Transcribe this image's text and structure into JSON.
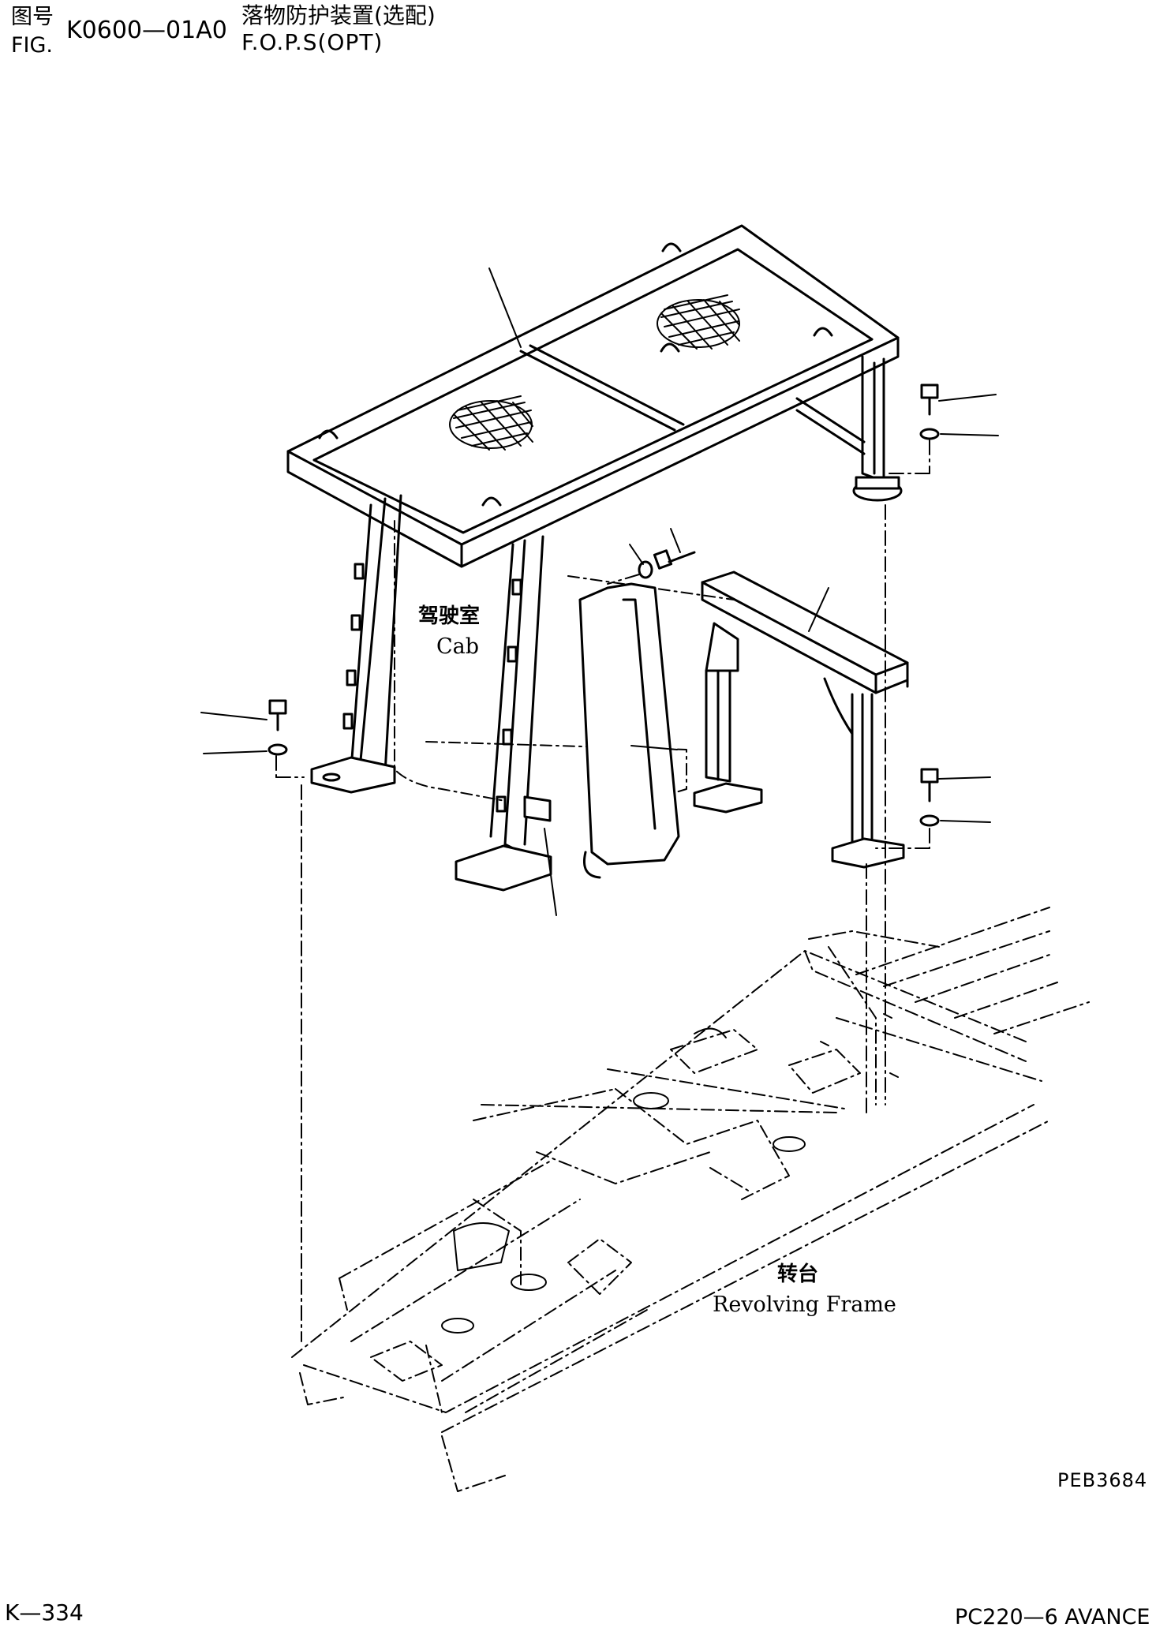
{
  "header": {
    "fig_cn": "图号",
    "fig_en": "FIG.",
    "fig_code": "K0600—01A0",
    "title_cn": "落物防护装置(选配)",
    "title_en": "F.O.P.S(OPT)"
  },
  "labels": {
    "cab_cn": "驾驶室",
    "cab_en": "Cab",
    "frame_cn": "转台",
    "frame_en": "Revolving Frame"
  },
  "footer": {
    "drawing_ref": "PEB3684",
    "page": "K—334",
    "model": "PC220—6 AVANCE"
  }
}
